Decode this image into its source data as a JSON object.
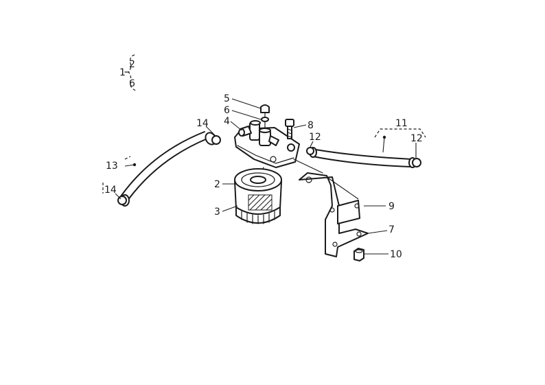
{
  "callouts": {
    "group_1": "1",
    "group_1_a": "2",
    "group_1_b": "6",
    "c5": "5",
    "c6": "6",
    "c4": "4",
    "c14_top": "14",
    "c8": "8",
    "c12_mid": "12",
    "c11": "11",
    "c12_right": "12",
    "c13": "13",
    "c14_left": "14",
    "c2": "2",
    "c3": "3",
    "c9": "9",
    "c7": "7",
    "c10": "10"
  },
  "colors": {
    "line": "#1a1a1a",
    "background": "#ffffff"
  }
}
